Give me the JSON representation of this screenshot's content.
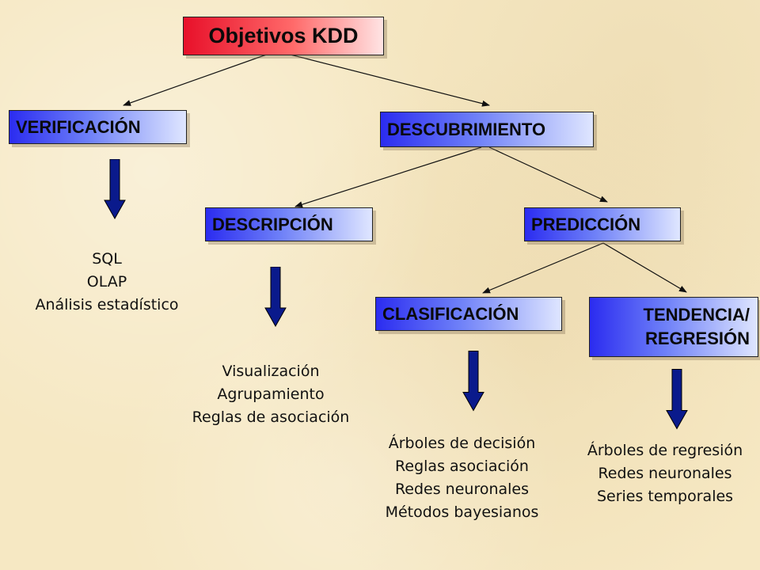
{
  "root": {
    "label": "Objetivos KDD",
    "color": "#e8102a"
  },
  "level1": {
    "verificacion": {
      "label": "VERIFICACIÓN",
      "items": [
        "SQL",
        "OLAP",
        "Análisis estadístico"
      ]
    },
    "descubrimiento": {
      "label": "DESCUBRIMIENTO"
    }
  },
  "level2": {
    "descripcion": {
      "label": "DESCRIPCIÓN",
      "items": [
        "Visualización",
        "Agrupamiento",
        "Reglas de asociación"
      ]
    },
    "prediccion": {
      "label": "PREDICCIÓN"
    }
  },
  "level3": {
    "clasificacion": {
      "label": "CLASIFICACIÓN",
      "items": [
        "Árboles de decisión",
        "Reglas asociación",
        "Redes neuronales",
        "Métodos bayesianos"
      ]
    },
    "tendencia": {
      "label_line1": "TENDENCIA/",
      "label_line2": "REGRESIÓN",
      "items": [
        "Árboles de regresión",
        "Redes neuronales",
        "Series temporales"
      ]
    }
  },
  "colors": {
    "box_blue": "#2b2cf0",
    "arrow_fill": "#0a1a8c",
    "background": "#f6e8c3"
  }
}
